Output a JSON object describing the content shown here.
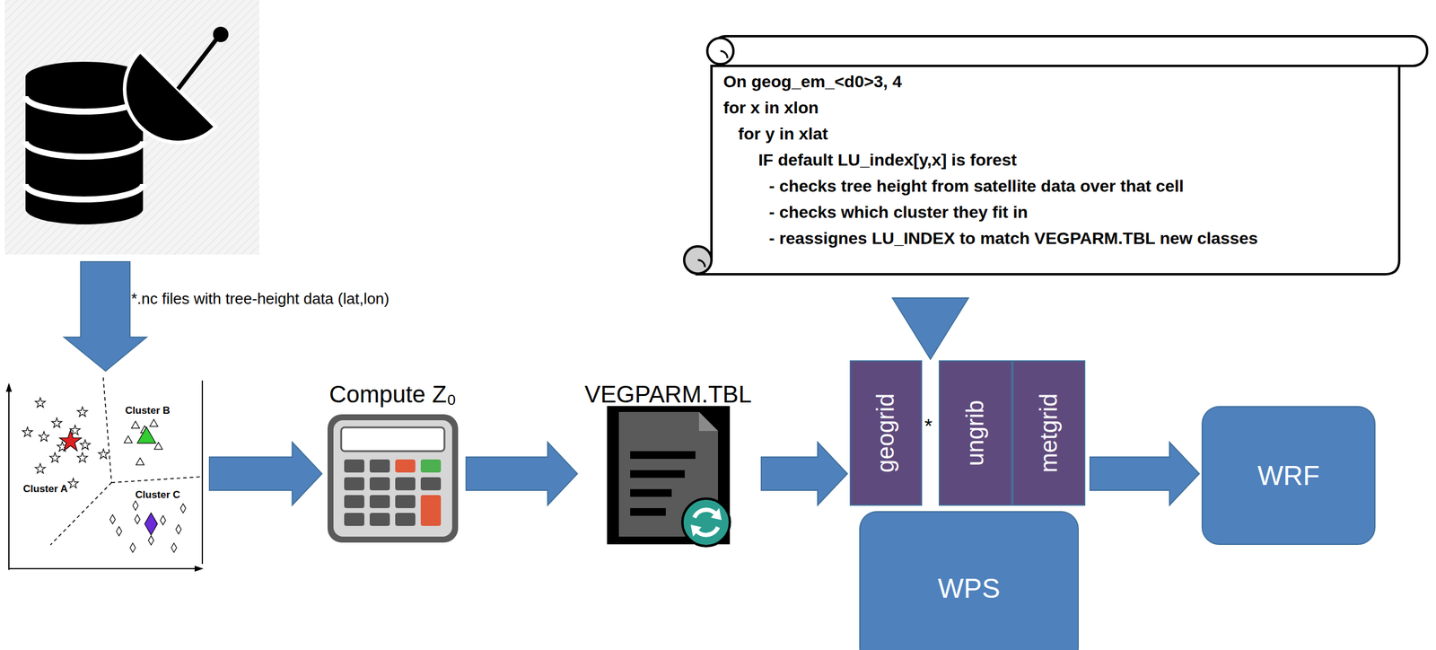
{
  "diagram": {
    "nodes": [
      {
        "text": [
          "On geog_em_<d0>3, 4",
          "for x in xlon",
          "for y in xlat",
          "IF default LU_index[y,x] is forest",
          "- checks tree height from satellite data over that cell",
          "- checks which cluster they fit in",
          "- reassignes LU_INDEX to match VEGPARM.TBL new classes"
        ]
      },
      {
        "text": [
          "Cluster B",
          "Cluster A",
          "Cluster C"
        ]
      },
      {
        "text": [
          "Compute Z₀"
        ]
      },
      {
        "text": [
          "VEGPARM.TBL"
        ]
      },
      {
        "text": [
          "geogrid"
        ]
      },
      {
        "text": [
          "ungrib"
        ]
      },
      {
        "text": [
          "metgrid"
        ]
      },
      {
        "text": [
          "WPS"
        ]
      },
      {
        "text": [
          "WRF"
        ]
      }
    ],
    "edges": [
      {
        "from": 1,
        "to": 2,
        "arrow": "to"
      },
      {
        "from": 2,
        "to": 3,
        "arrow": "to"
      },
      {
        "from": 3,
        "to": 4,
        "arrow": "to"
      },
      {
        "from": 0,
        "to": 4,
        "arrow": "to"
      },
      {
        "from": 6,
        "to": 8,
        "arrow": "to"
      }
    ],
    "labels": [
      "*.nc files with tree-height data (lat,lon)",
      "*"
    ]
  }
}
